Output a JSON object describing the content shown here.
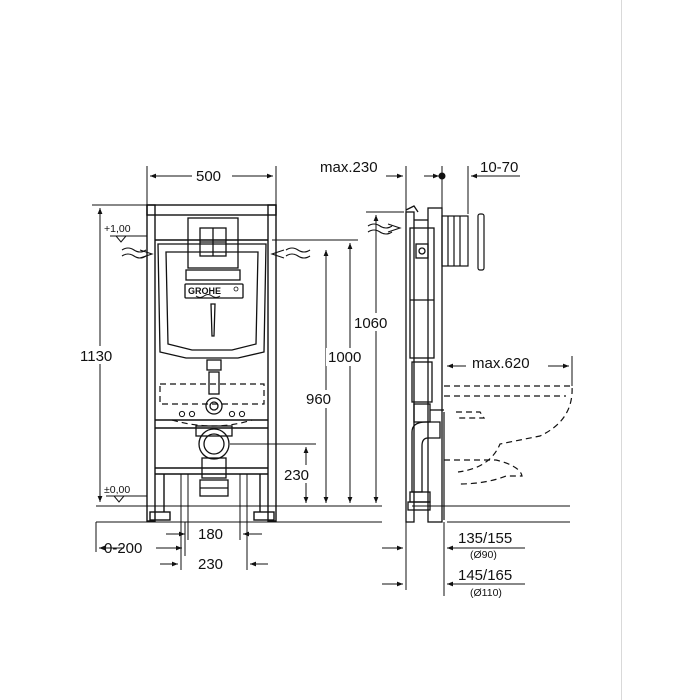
{
  "brand": {
    "logo_text": "GROHE"
  },
  "front_view": {
    "width_label": "500",
    "height_label": "1130",
    "level_top": "+1,00",
    "level_bottom": "±0,00",
    "offset_label": "0-200",
    "drain_spacing_inner": "180",
    "drain_spacing_outer": "230",
    "drain_height": "230"
  },
  "side_view": {
    "depth_label": "max.230",
    "plate_label": "10-70",
    "height_1060": "1060",
    "height_1000": "1000",
    "height_960": "960",
    "bowl_label": "max.620",
    "pipe_1_label": "135/155",
    "pipe_1_dia": "(Ø90)",
    "pipe_2_label": "145/165",
    "pipe_2_dia": "(Ø110)"
  },
  "colors": {
    "line": "#111111",
    "background": "#ffffff"
  }
}
